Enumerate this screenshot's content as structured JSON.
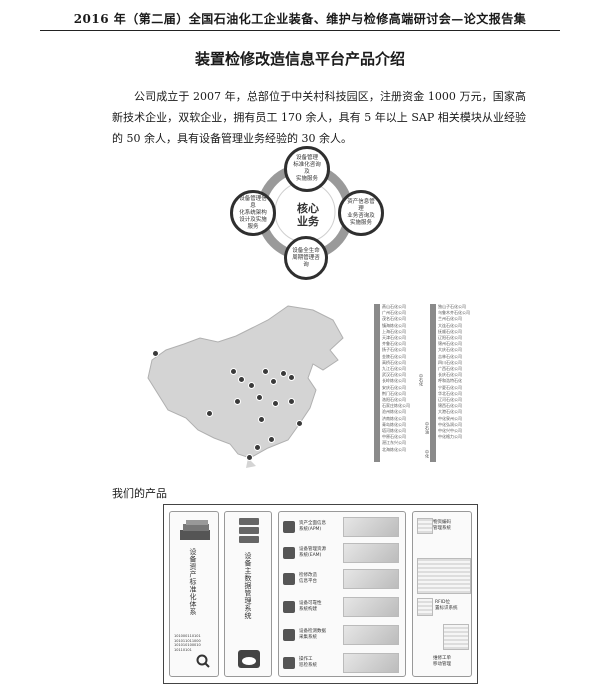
{
  "header": {
    "text": "2016 年（第二届）全国石油化工企业装备、维护与检修高端研讨会—论文报告集"
  },
  "title": "装置检修改造信息平台产品介绍",
  "intro": "公司成立于 2007 年，总部位于中关村科技园区，注册资金 1000 万元，国家高新技术企业，双软企业，拥有员工 170 余人，具有 5 年以上 SAP 相关模块从业经验的 50 余人，具有设备管理业务经验的 30 余人。",
  "core_business": {
    "center": "核心\n业务",
    "items": [
      "设备管理\n标准化咨询及\n实施服务",
      "资产信息管理\n业务咨询及\n实施服务",
      "设备全生命\n周期管理咨询",
      "设备管理信息\n化系统架构\n设计及实施服务"
    ]
  },
  "clients": {
    "group_tags": [
      "中石化",
      "中石油",
      "中化"
    ],
    "col1": [
      "燕山石化公司",
      "广州石化公司",
      "茂名石化公司",
      "镇海炼化公司",
      "上海石化公司",
      "天津石化公司",
      "齐鲁石化公司",
      "扬子石化公司",
      "金陵石化公司",
      "高桥石化公司",
      "九江石化公司",
      "武汉石化公司",
      "长岭炼化公司",
      "安庆石化公司",
      "荆门石化公司",
      "洛阳石化公司",
      "石家庄炼化公司",
      "沧州炼化公司",
      "济南炼化公司",
      "青岛炼化公司",
      "塔河炼化公司",
      "中原石化公司",
      "湛江东兴公司",
      "北海炼化公司"
    ],
    "col2": [
      "独山子石化公司",
      "乌鲁木齐石化公司",
      "兰州石化公司",
      "大连石化公司",
      "抚顺石化公司",
      "辽阳石化公司",
      "锦州石化公司",
      "大庆石化公司",
      "吉林石化公司",
      "四川石化公司",
      "广西石化公司",
      "长庆石化公司",
      "呼和浩特石化",
      "宁夏石化公司",
      "华北石化公司",
      "辽河石化公司",
      "锦西石化公司",
      "大港石化公司",
      "中化泉州公司",
      "中化弘润公司",
      "中化兴中公司",
      "中化格力公司"
    ]
  },
  "products_label": "我们的产品",
  "products": {
    "left1": "设备资产标准化体系",
    "left2": "设备主数据管理系统",
    "bits": "101000110101\n101011011000\n101010100010\n10110101",
    "middle": [
      "资产全面信息\n系统(APM)",
      "设备管理资源\n系统(EAM)",
      "检修改造\n信息平台",
      "设备可靠性\n系统构建",
      "设备检测数据\n采集系统",
      "操作工\n巡检系统"
    ],
    "right": [
      "物资编码\n管理系统",
      "RFID位\n置标识系统",
      "维修工单\n移动管理"
    ]
  }
}
